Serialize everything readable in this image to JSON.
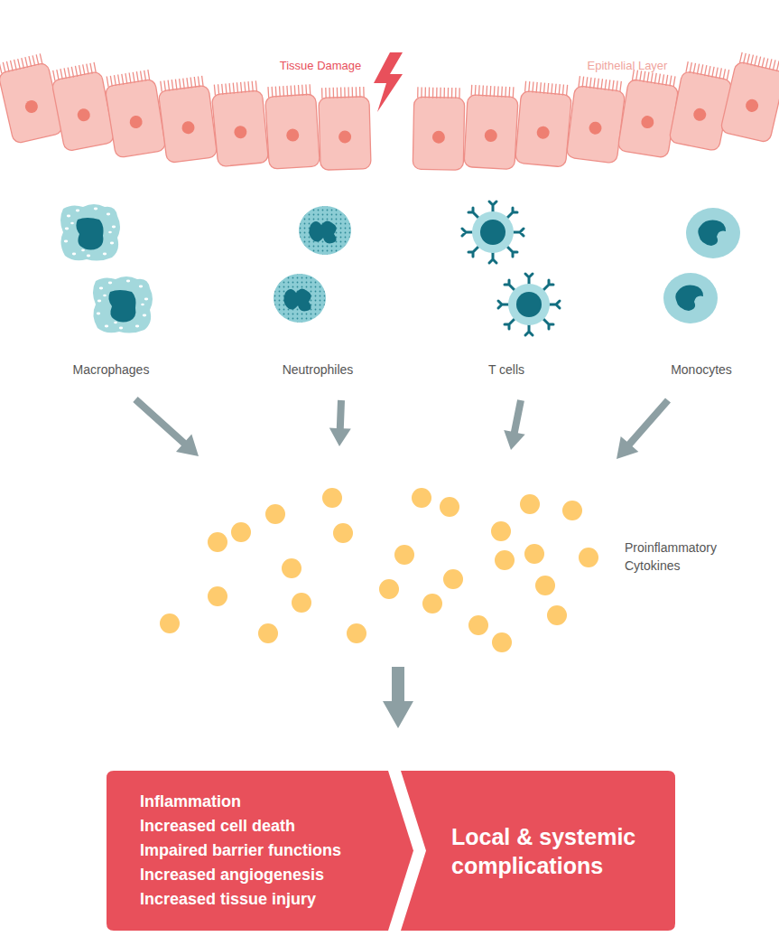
{
  "diagram": {
    "nodes": [
      {
        "text": [
          "Inflammation",
          "Increased cell death",
          "Impaired barrier functions",
          "Increased angiogenesis",
          "Increased tissue injury"
        ]
      },
      {
        "text": [
          "Local & systemic complications"
        ]
      }
    ],
    "labels": [
      "Tissue Damage",
      "Epithelial Layer",
      "Macrophages",
      "Neutrophiles",
      "T cells",
      "Monocytes",
      "Proinflammatory Cytokines"
    ]
  }
}
